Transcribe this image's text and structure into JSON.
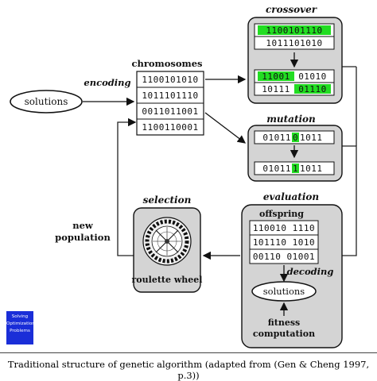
{
  "labels": {
    "crossover": "crossover",
    "mutation": "mutation",
    "chromosomes": "chromosomes",
    "encoding": "encoding",
    "solutions_left": "solutions",
    "selection": "selection",
    "evaluation": "evaluation",
    "offspring": "offspring",
    "decoding": "decoding",
    "solutions_eval": "solutions",
    "new": "new",
    "population": "population",
    "roulette": "roulette wheel",
    "fitness": "fitness",
    "computation": "computation"
  },
  "chromosomes": [
    "1100101010",
    "1011101110",
    "0011011001",
    "1100110001"
  ],
  "crossover": {
    "top1": {
      "hl": "1100101110",
      "rest": ""
    },
    "top2": "1011101010",
    "bot1": {
      "hl": "11001",
      "rest": "01010"
    },
    "bot2": {
      "pre": "10111",
      "hl": "01110"
    }
  },
  "mutation": {
    "before": {
      "pre": "01011",
      "hl": "0",
      "post": "1011"
    },
    "after": {
      "pre": "01011",
      "hl": "1",
      "post": "1011"
    }
  },
  "offspring": [
    "110010 1110",
    "101110 1010",
    "00110 01001"
  ],
  "badge": [
    "Solving",
    "Optimization",
    "Problems"
  ],
  "caption": "Traditional structure of genetic algorithm (adapted from (Gen & Cheng 1997, p.3))",
  "colors": {
    "highlight": "#22dd22",
    "badge": "#1a2ed8"
  }
}
